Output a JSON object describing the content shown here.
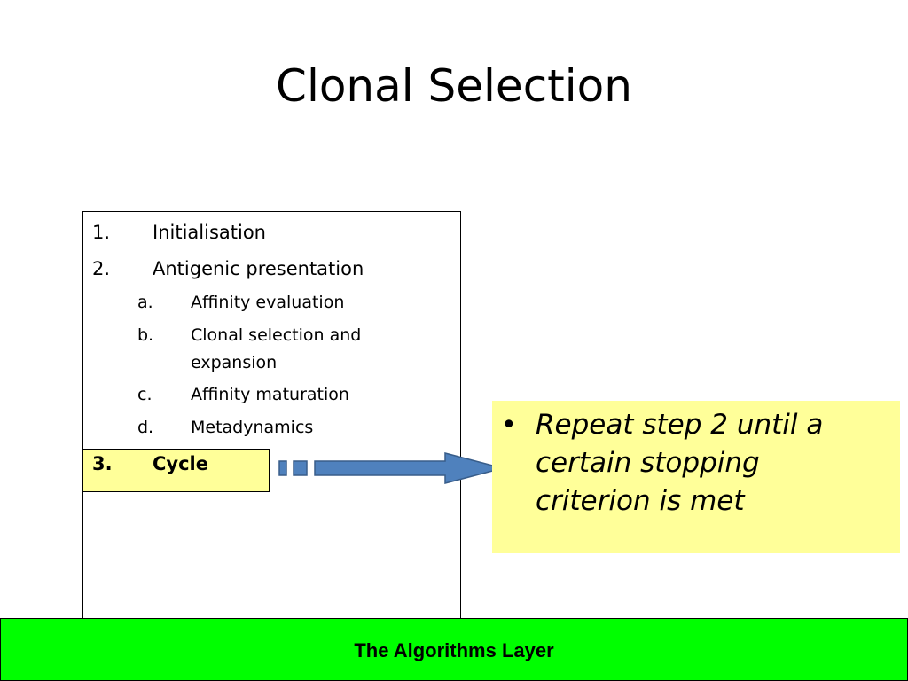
{
  "slide": {
    "title": "Clonal Selection",
    "steps": [
      {
        "num": "1.",
        "label": "Initialisation"
      },
      {
        "num": "2.",
        "label": "Antigenic presentation"
      },
      {
        "num": "3.",
        "label": "Cycle"
      }
    ],
    "substeps": [
      {
        "num": "a.",
        "label": "Affinity evaluation"
      },
      {
        "num": "b.",
        "label": "Clonal selection and expansion"
      },
      {
        "num": "c.",
        "label": "Affinity maturation"
      },
      {
        "num": "d.",
        "label": "Metadynamics"
      }
    ],
    "callout": {
      "bullet": "•",
      "text": "Repeat step 2 until a certain stopping criterion is met"
    },
    "footer": "The Algorithms Layer",
    "colors": {
      "highlight": "#ffff99",
      "arrow_fill": "#4f81bd",
      "arrow_stroke": "#385d8a",
      "footer_bg": "#00ff00"
    }
  }
}
